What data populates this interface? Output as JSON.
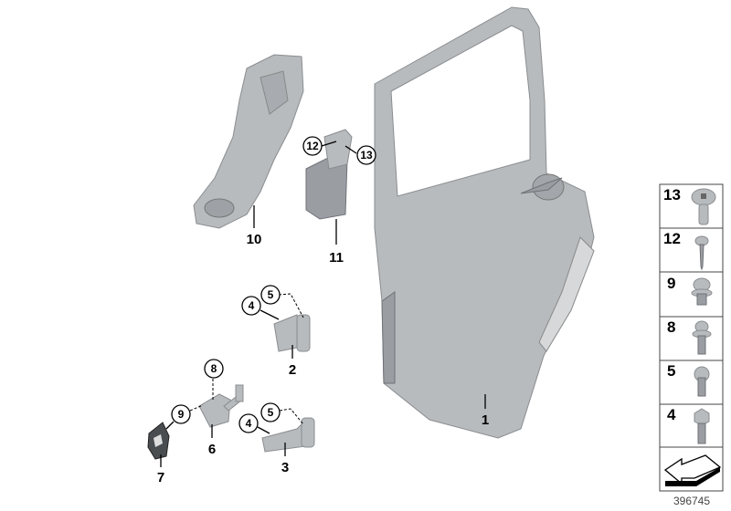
{
  "diagram": {
    "parts": [
      {
        "id": "1",
        "name": "door-shell"
      },
      {
        "id": "2",
        "name": "upper-hinge"
      },
      {
        "id": "3",
        "name": "lower-hinge"
      },
      {
        "id": "6",
        "name": "door-check-strap"
      },
      {
        "id": "7",
        "name": "grommet-seal"
      },
      {
        "id": "10",
        "name": "inner-panel-reinforcement"
      },
      {
        "id": "11",
        "name": "lock-reinforcement-bracket"
      }
    ],
    "callouts": {
      "c12": "12",
      "c13": "13",
      "c4a": "4",
      "c5a": "5",
      "c8": "8",
      "c9": "9",
      "c4b": "4",
      "c5b": "5"
    },
    "labels": {
      "l1": "1",
      "l2": "2",
      "l3": "3",
      "l6": "6",
      "l7": "7",
      "l10": "10",
      "l11": "11"
    },
    "legend": [
      {
        "number": "13",
        "icon": "plastic-nut-clip-icon"
      },
      {
        "number": "12",
        "icon": "washer-screw-icon"
      },
      {
        "number": "9",
        "icon": "collar-bolt-icon"
      },
      {
        "number": "8",
        "icon": "torx-flange-bolt-icon"
      },
      {
        "number": "5",
        "icon": "torx-cap-screw-icon"
      },
      {
        "number": "4",
        "icon": "hex-flange-bolt-icon"
      }
    ],
    "orientation_icon": "direction-arrow-icon",
    "diagram_number": "396745"
  },
  "colors": {
    "part": "#b8bbbe",
    "outline": "#000000",
    "background": "#ffffff"
  }
}
